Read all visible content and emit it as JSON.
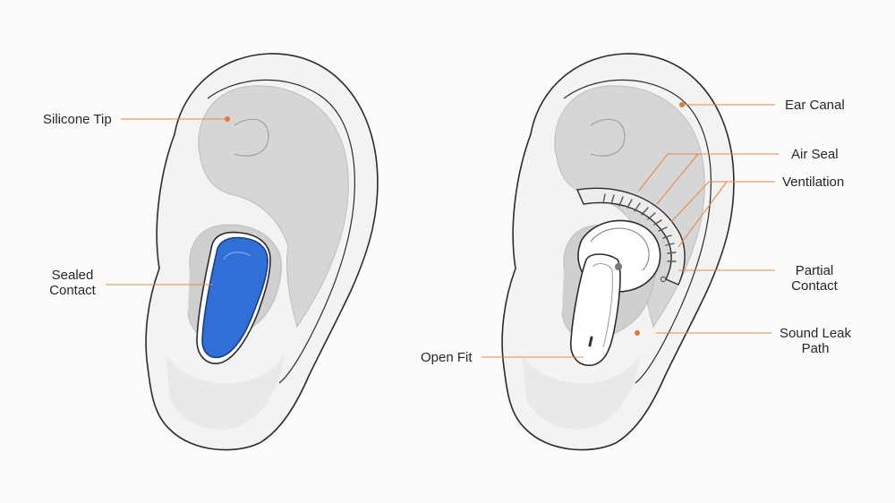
{
  "colors": {
    "background": "#fbfbf9",
    "ear_outline": "#2b2b2b",
    "ear_fill": "#f3f3f1",
    "inner_shade": "#d6d6d6",
    "sealed_tip": "#2f6fd6",
    "earbud_body": "#ffffff",
    "leader_line": "#e08a4e",
    "leader_dot": "#e07a3a"
  },
  "left_ear": {
    "labels": {
      "silicone_tip": "Silicone Tip",
      "sealed_contact_line1": "Sealed",
      "sealed_contact_line2": "Contact"
    }
  },
  "right_ear": {
    "labels": {
      "ear_canal": "Ear Canal",
      "air_seal": "Air Seal",
      "ventilation": "Ventilation",
      "partial_contact_line1": "Partial",
      "partial_contact_line2": "Contact",
      "sound_leak_line1": "Sound Leak",
      "sound_leak_line2": "Path",
      "open_fit": "Open Fit"
    }
  }
}
